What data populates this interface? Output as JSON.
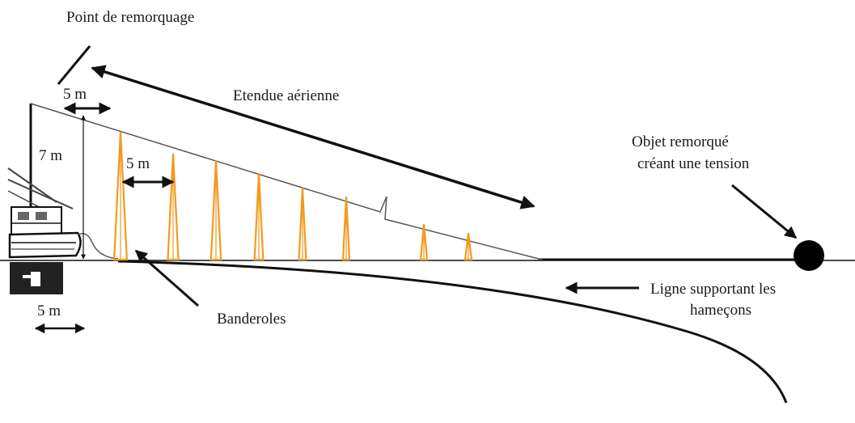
{
  "labels": {
    "tow_point": "Point de remorquage",
    "aerial_extent": "Etendue aérienne",
    "dist_mast": "5 m",
    "height": "7 m",
    "dist_streamers": "5 m",
    "dist_bottom": "5 m",
    "towed_object_line1": "Objet remorqué",
    "towed_object_line2": "créant une tension",
    "hook_line_line1": "Ligne supportant les",
    "hook_line_line2": "hameçons",
    "streamers": "Banderoles"
  },
  "colors": {
    "streamer": "#f39a1f",
    "ink": "#111111"
  }
}
